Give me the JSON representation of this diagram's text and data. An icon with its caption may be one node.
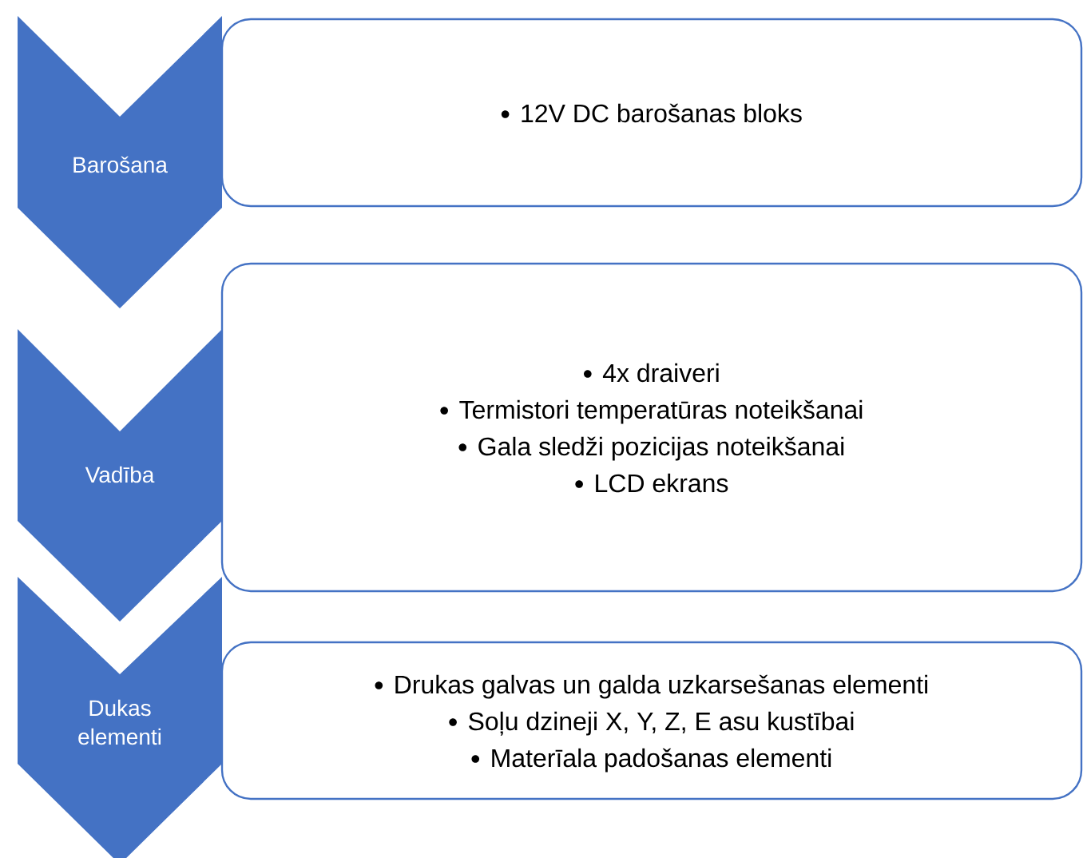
{
  "diagram": {
    "nodes": [
      {
        "text": [
          "Barošana"
        ]
      },
      {
        "text": [
          "12V DC barošanas bloks"
        ]
      },
      {
        "text": [
          "Vadība"
        ]
      },
      {
        "text": [
          "4x draiveri",
          "Termistori temperatūras noteikšanai",
          "Gala sledži pozicijas noteikšanai",
          "LCD ekrans"
        ]
      },
      {
        "text": [
          "Dukas elementi"
        ]
      },
      {
        "text": [
          "Drukas galvas un galda uzkarsešanas elementi",
          "Soļu dzineji X, Y, Z, E asu kustībai",
          "Materīala padošanas elementi"
        ]
      }
    ]
  }
}
